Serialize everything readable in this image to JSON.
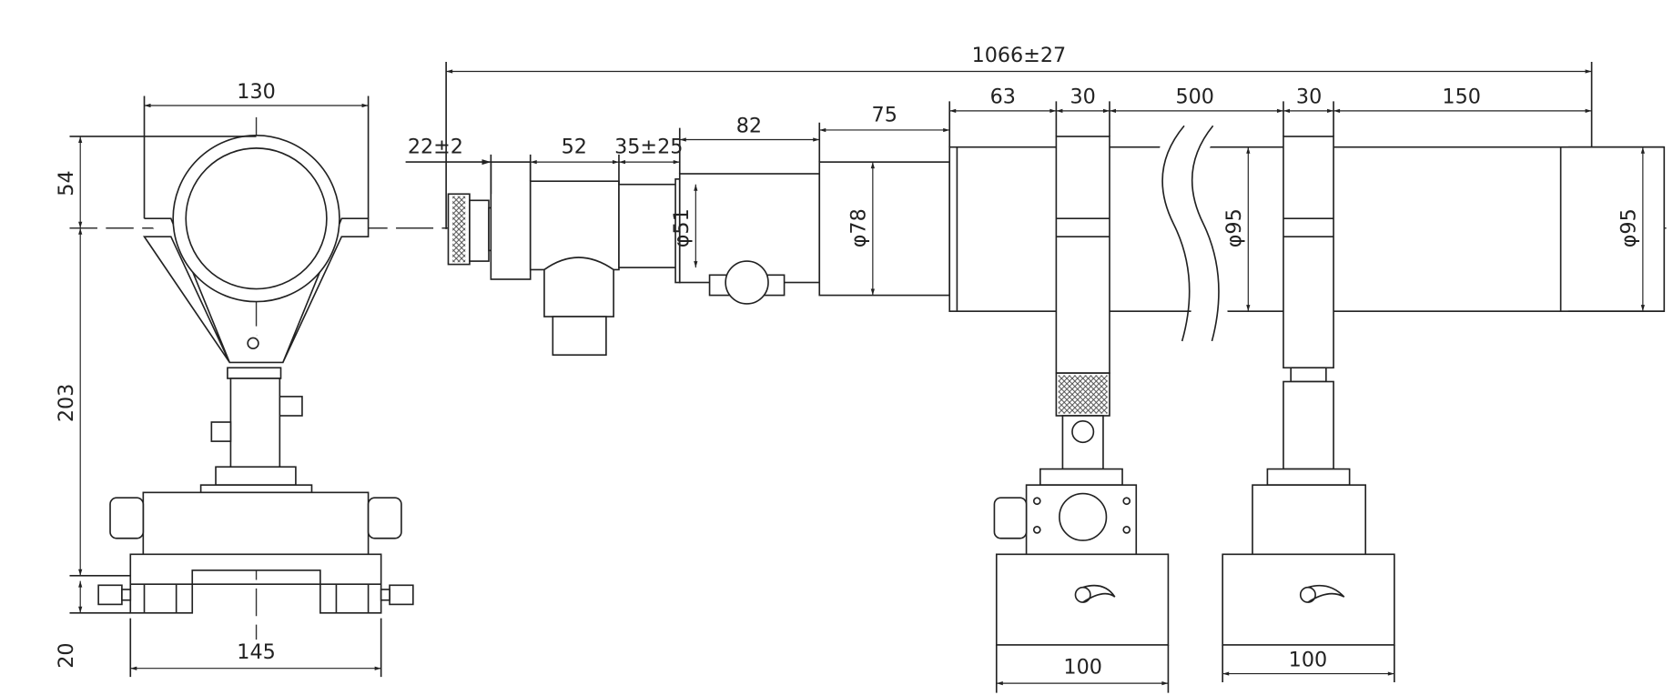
{
  "side_view": {
    "width_top": "130",
    "height_top": "54",
    "height_main": "203",
    "height_base": "20",
    "width_base": "145"
  },
  "front_view": {
    "overall": "1066±27",
    "eyepiece": "22±2",
    "section_a": "52",
    "section_b": "35±25",
    "section_c": "82",
    "section_d": "75",
    "seg_63": "63",
    "ring1": "30",
    "tube_mid": "500",
    "ring2": "30",
    "tube_end": "150",
    "dia_51": "φ51",
    "dia_78": "φ78",
    "dia_95_a": "φ95",
    "dia_95_b": "φ95",
    "base1": "100",
    "base2": "100"
  }
}
